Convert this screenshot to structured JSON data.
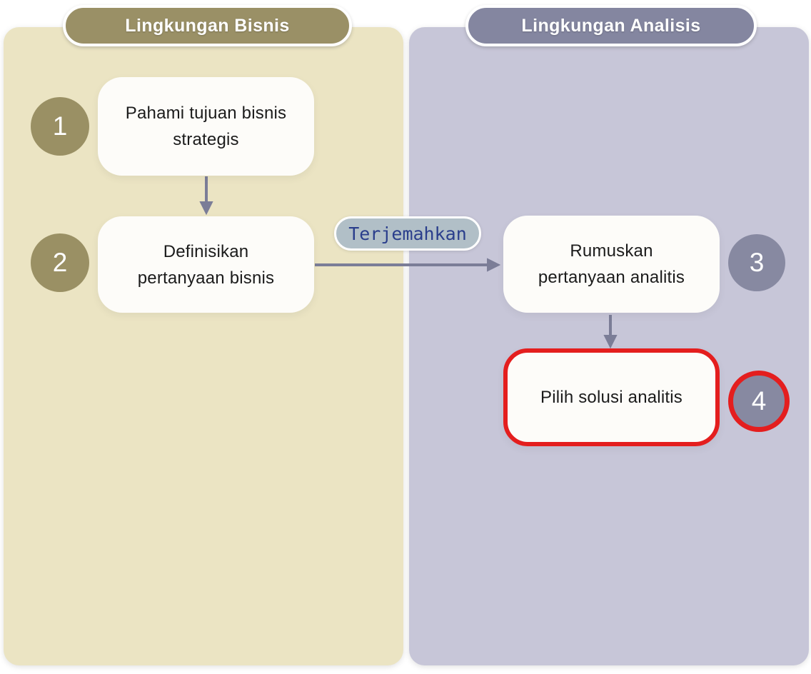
{
  "columns": [
    {
      "header": "Lingkungan Bisnis"
    },
    {
      "header": "Lingkungan Analisis"
    }
  ],
  "steps": [
    {
      "number": "1",
      "label": "Pahami tujuan bisnis\nstrategis",
      "column": "Lingkungan Bisnis"
    },
    {
      "number": "2",
      "label": "Definisikan\npertanyaan bisnis",
      "column": "Lingkungan Bisnis"
    },
    {
      "number": "3",
      "label": "Rumuskan\npertanyaan analitis",
      "column": "Lingkungan Analisis"
    },
    {
      "number": "4",
      "label": "Pilih solusi analitis",
      "column": "Lingkungan Analisis",
      "highlighted": true
    }
  ],
  "edge_label": "Terjemahkan",
  "flow": [
    "step1 -> step2",
    "step2 -> step3 (Terjemahkan)",
    "step3 -> step4"
  ],
  "colors": {
    "business_panel": "#ebe4c3",
    "analysis_panel": "#c7c6d8",
    "business_accent": "#9a9066",
    "analysis_accent": "#8789a1",
    "node_bg": "#fdfcf9",
    "arrow": "#7b7d97",
    "highlight_red": "#e41e1e",
    "edge_label_bg": "#b1bfc7",
    "edge_label_text": "#2a3e8c"
  }
}
